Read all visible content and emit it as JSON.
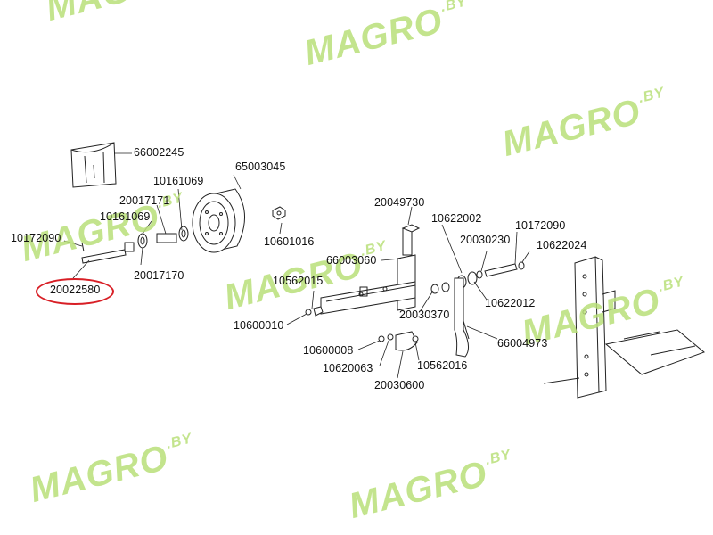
{
  "watermark": {
    "brand": "MAGRO",
    "suffix": ".BY"
  },
  "highlighted_part": "20022580",
  "parts": {
    "p66002245": "66002245",
    "p10161069a": "10161069",
    "p65003045": "65003045",
    "p20017171": "20017171",
    "p10161069b": "10161069",
    "p10172090a": "10172090",
    "p20017170": "20017170",
    "p20022580": "20022580",
    "p10601016": "10601016",
    "p20049730": "20049730",
    "p10622002": "10622002",
    "p10172090b": "10172090",
    "p20030230": "20030230",
    "p10622024": "10622024",
    "p66003060": "66003060",
    "p10562015": "10562015",
    "p20030370": "20030370",
    "p10622012": "10622012",
    "p10600010": "10600010",
    "p66004973": "66004973",
    "p10600008": "10600008",
    "p10562016": "10562016",
    "p10620063": "10620063",
    "p20030600": "20030600"
  },
  "colors": {
    "watermark": "#b9e07a",
    "highlight": "#d81f26",
    "line": "#222222"
  }
}
